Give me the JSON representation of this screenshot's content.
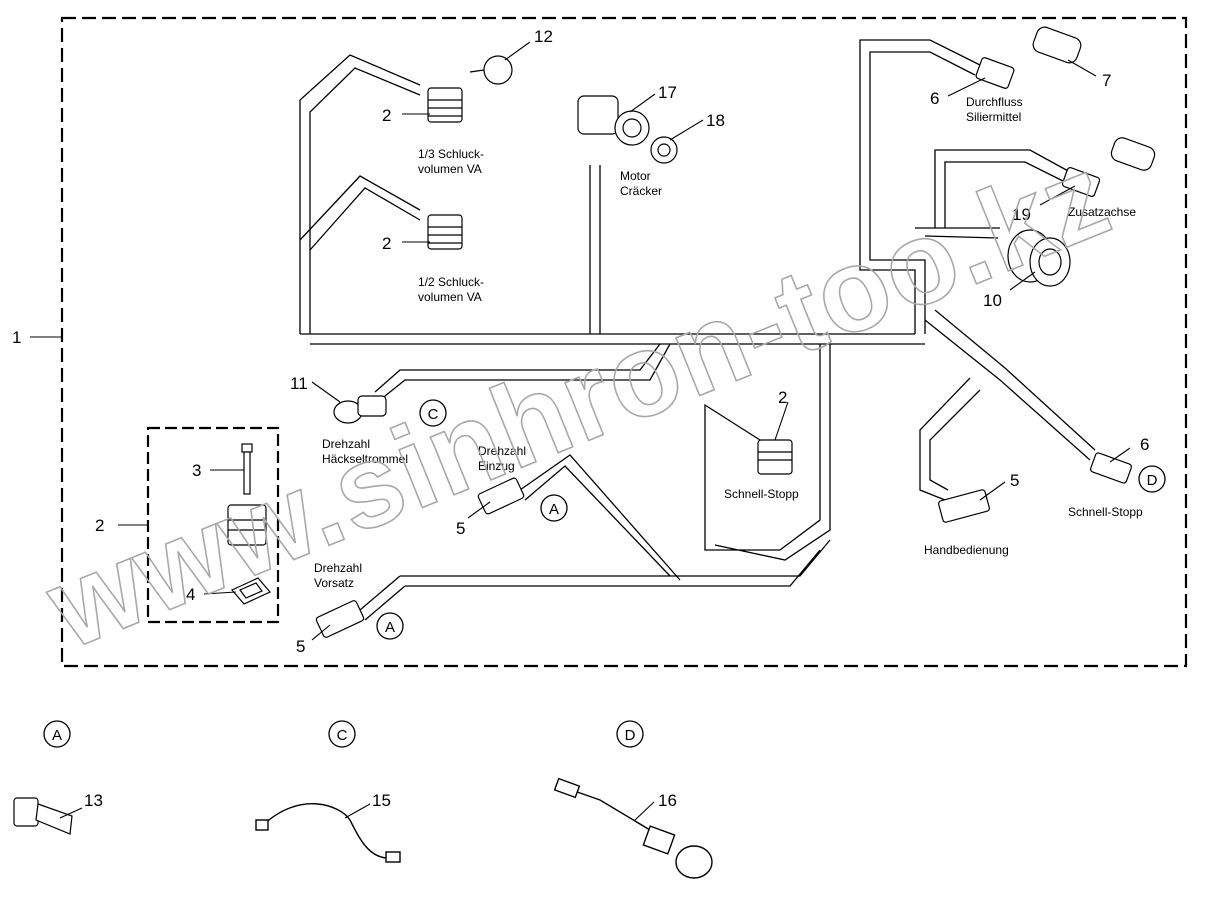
{
  "watermark": "www.sinhron-too.kz",
  "callouts": {
    "c1": "1",
    "c2a": "2",
    "c2b": "2",
    "c2c": "2",
    "c2d": "2",
    "c3": "3",
    "c4": "4",
    "c5a": "5",
    "c5b": "5",
    "c5c": "5",
    "c6a": "6",
    "c6b": "6",
    "c7": "7",
    "c10": "10",
    "c11": "11",
    "c12": "12",
    "c13": "13",
    "c15": "15",
    "c16": "16",
    "c17": "17",
    "c18": "18",
    "c19": "19"
  },
  "captions": {
    "schluck13_l1": "1/3 Schluck-",
    "schluck13_l2": "volumen VA",
    "schluck12_l1": "1/2 Schluck-",
    "schluck12_l2": "volumen VA",
    "motor_l1": "Motor",
    "motor_l2": "Cräcker",
    "durchfluss_l1": "Durchfluss",
    "durchfluss_l2": "Siliermittel",
    "zusatzachse": "Zusatzachse",
    "drehzahl_haecksel_l1": "Drehzahl",
    "drehzahl_haecksel_l2": "Häckseltrommel",
    "drehzahl_einzug_l1": "Drehzahl",
    "drehzahl_einzug_l2": "Einzug",
    "drehzahl_vorsatz_l1": "Drehzahl",
    "drehzahl_vorsatz_l2": "Vorsatz",
    "schnell_stopp_mid": "Schnell-Stopp",
    "schnell_stopp_right": "Schnell-Stopp",
    "handbedienung": "Handbedienung"
  },
  "circled_refs": {
    "c_main": "C",
    "a_einzug": "A",
    "a_vorsatz": "A",
    "d_main": "D",
    "a_legend": "A",
    "c_legend": "C",
    "d_legend": "D"
  }
}
